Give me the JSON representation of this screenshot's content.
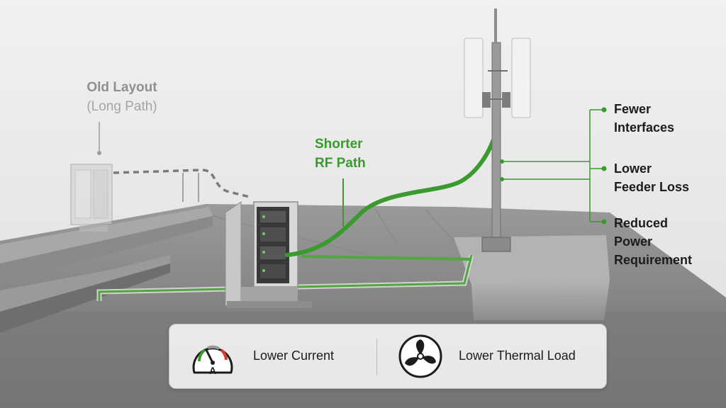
{
  "labels": {
    "old_layout_title": "Old Layout",
    "old_layout_sub": "(Long Path)",
    "rf_path_line1": "Shorter",
    "rf_path_line2": "RF Path"
  },
  "benefits": [
    {
      "line1": "Fewer",
      "line2": "Interfaces"
    },
    {
      "line1": "Lower",
      "line2": "Feeder Loss"
    },
    {
      "line1": "Reduced",
      "line2": "Power",
      "line3": "Requirement"
    }
  ],
  "bottom_panel": {
    "current_label": "Lower Current",
    "thermal_label": "Lower Thermal Load",
    "gauge_letter": "A"
  },
  "colors": {
    "accent_green": "#3a9a2e",
    "old_path_gray": "#8f8f8f"
  }
}
